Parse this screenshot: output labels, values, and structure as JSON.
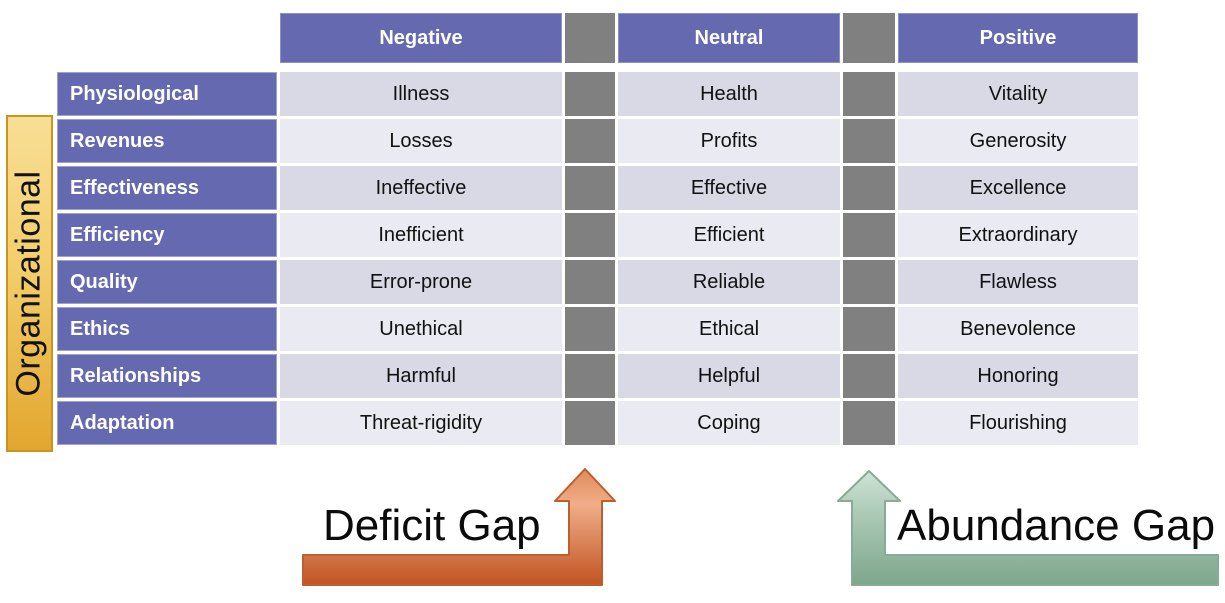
{
  "diagram": {
    "axis_label": "Organizational",
    "columns": [
      "Negative",
      "Neutral",
      "Positive"
    ],
    "rows": [
      {
        "label": "Physiological",
        "negative": "Illness",
        "neutral": "Health",
        "positive": "Vitality"
      },
      {
        "label": "Revenues",
        "negative": "Losses",
        "neutral": "Profits",
        "positive": "Generosity"
      },
      {
        "label": "Effectiveness",
        "negative": "Ineffective",
        "neutral": "Effective",
        "positive": "Excellence"
      },
      {
        "label": "Efficiency",
        "negative": "Inefficient",
        "neutral": "Efficient",
        "positive": "Extraordinary"
      },
      {
        "label": "Quality",
        "negative": "Error-prone",
        "neutral": "Reliable",
        "positive": "Flawless"
      },
      {
        "label": "Ethics",
        "negative": "Unethical",
        "neutral": "Ethical",
        "positive": "Benevolence"
      },
      {
        "label": "Relationships",
        "negative": "Harmful",
        "neutral": "Helpful",
        "positive": "Honoring"
      },
      {
        "label": "Adaptation",
        "negative": "Threat-rigidity",
        "neutral": "Coping",
        "positive": "Flourishing"
      }
    ],
    "gaps": {
      "deficit": "Deficit Gap",
      "abundance": "Abundance Gap"
    }
  },
  "colors": {
    "header_purple": "#6569B0",
    "row_shade_dark": "#D9D9E6",
    "row_shade_light": "#EAEAF2",
    "separator_gray": "#808080",
    "gold_band_top": "#F8DE96",
    "gold_band_bottom": "#E2A62E",
    "gold_band_border": "#C9951E",
    "deficit_arrow_top": "#F0AE88",
    "deficit_arrow_bottom": "#C05220",
    "abundance_arrow_top": "#CFE3D6",
    "abundance_arrow_bottom": "#7CA68C"
  }
}
